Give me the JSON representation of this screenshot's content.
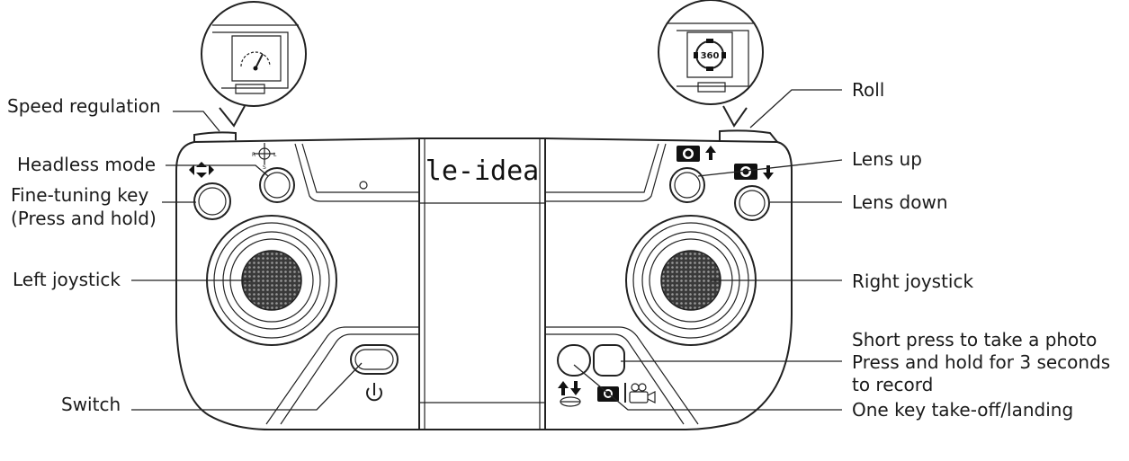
{
  "brand": "le-idea",
  "labels": {
    "speed_regulation": "Speed regulation",
    "headless_mode": "Headless mode",
    "fine_tuning_line1": "Fine-tuning key",
    "fine_tuning_line2": "(Press and hold)",
    "left_joystick": "Left joystick",
    "switch": "Switch",
    "roll": "Roll",
    "lens_up": "Lens up",
    "lens_down": "Lens down",
    "right_joystick": "Right joystick",
    "photo_line1": "Short press to take a photo",
    "photo_line2": "Press and hold for 3 seconds",
    "photo_line3": "to record",
    "takeoff_landing": "One key take-off/landing"
  },
  "icons": {
    "roll_badge": "360",
    "headless_letters": [
      "R",
      "L",
      "S"
    ]
  }
}
